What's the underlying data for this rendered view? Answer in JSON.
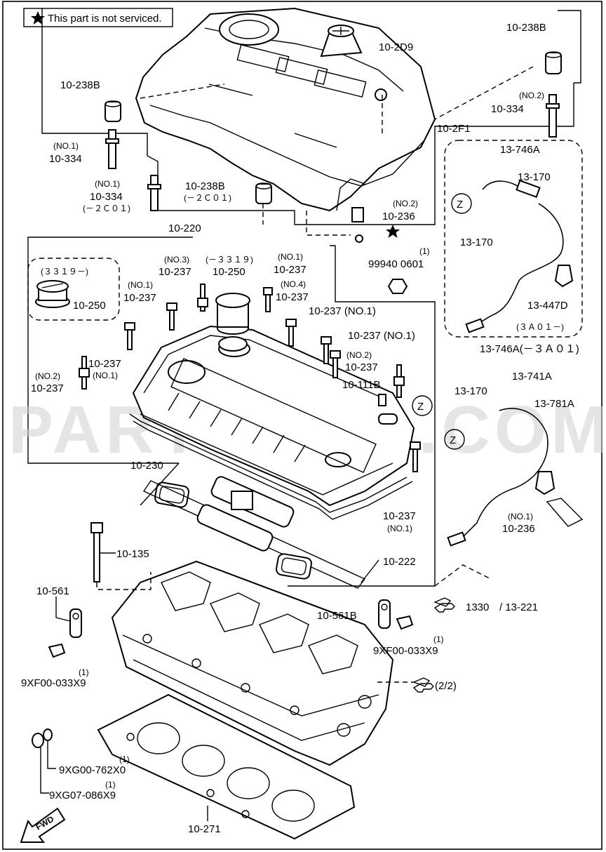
{
  "note": "This part is not serviced.",
  "watermark": "PARTSOUQ.COM",
  "callout_z": "Z",
  "labels": {
    "p10_2D9": "10-2D9",
    "p10_238B_top": "10-238B",
    "p10_238B_left": "10-238B",
    "p10_238B_mid": "10-238B",
    "p10_238B_mid_sub": "(－２Ｃ０１)",
    "no2_a": "(NO.2)",
    "p10_334_a": "10-334",
    "no1_a": "(NO.1)",
    "p10_334_b": "10-334",
    "no1_b": "(NO.1)",
    "p10_334_c": "10-334",
    "p10_334_c_sub": "(－２Ｃ０１)",
    "p10_2F1": "10-2F1",
    "no2_b": "(NO.2)",
    "p10_236_top": "10-236",
    "p10_220": "10-220",
    "p3319a": "(３３１９－)",
    "p10_250a": "10-250",
    "no3": "(NO.3)",
    "p3319b": "(－３３１９)",
    "p10_237_a": "10-237",
    "p10_250b": "10-250",
    "no1_c": "(NO.1)",
    "p10_237_b": "10-237",
    "no4": "(NO.4)",
    "p10_237_c": "10-237",
    "no1_d": "(NO.1)",
    "p10_237_d": "10-237",
    "p99940": "99940 0601",
    "qty1_a": "(1)",
    "p10_237_e": "10-237 (NO.1)",
    "p10_237_f": "10-237 (NO.1)",
    "no2_c": "(NO.2)",
    "p10_237_g": "10-237",
    "p10_237_h": "10-237",
    "no1_e": "(NO.1)",
    "no2_d": "(NO.2)",
    "p10_237_i": "10-237",
    "p10_111B": "10-111B",
    "p13_746A_top": "13-746A",
    "p13_170_a": "13-170",
    "p13_170_b": "13-170",
    "p13_447D": "13-447D",
    "p3A01a": "(３Ａ０１－)",
    "p13_746A_b": "13-746A(－３Ａ０１)",
    "p13_741A": "13-741A",
    "p13_170_c": "13-170",
    "p13_781A": "13-781A",
    "no1_f": "(NO.1)",
    "p10_236_b": "10-236",
    "p10_230": "10-230",
    "p10_237_j": "10-237",
    "no1_g": "(NO.1)",
    "p10_222": "10-222",
    "p10_135": "10-135",
    "ref1330": "1330",
    "ref13221": "/ 13-221",
    "p10_561": "10-561",
    "p10_561B": "10-561B",
    "qty1_b": "(1)",
    "p9XF00_a": "9XF00-033X9",
    "qty1_c": "(1)",
    "p9XF00_b": "9XF00-033X9",
    "ref22": "(2/2)",
    "qty1_d": "(1)",
    "p9XG00": "9XG00-762X0",
    "qty1_e": "(1)",
    "p9XG07": "9XG07-086X9",
    "p10_271": "10-271",
    "fwd": "FWD"
  }
}
